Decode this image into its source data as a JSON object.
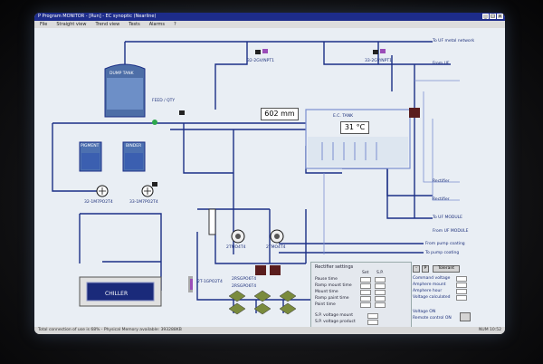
{
  "window": {
    "title": "P Program MONITOR - [Run] - EC synoptic (Nearline)",
    "menu": [
      "File",
      "Straight view",
      "Trend view",
      "Tests",
      "Alarms",
      "?"
    ]
  },
  "tanks": {
    "dump_tank": "DUMP TANK",
    "dump_tank_side_label": "FEED / QTY",
    "pigment": "PIGMENT",
    "binder": "BINDER",
    "ec_tank": "E.C. TANK"
  },
  "readings": {
    "level": "602 mm",
    "temperature": "31 °C"
  },
  "equipment": {
    "chiller": "CHILLER",
    "pump_pigment": "32-1M7PO2T4",
    "pump_binder": "33-1M7PO2T4",
    "motor_1": "2TMO4T4",
    "motor_2": "2TMO4T4",
    "valve_top_left": "32-2GV/NPT1",
    "valve_top_right": "33-2GV/NPT1",
    "valve_lower": "2T-1GPO2T4",
    "valve_pair_1": "2RSGPO6T4",
    "valve_pair_2": "2RSGPO6T4"
  },
  "connections": [
    "To UF metal network",
    "From UF",
    "Rectifier",
    "Rectifier",
    "To UF MODULE",
    "From UF MODULE",
    "From pump coating",
    "To pump coating"
  ],
  "rectifier_settings": {
    "title": "Rectifier settings",
    "col_headers": [
      "Set",
      "S.P."
    ],
    "rows": [
      "Pause time",
      "Ramp mount time",
      "Mount time",
      "Ramp paint time",
      "Paint time"
    ],
    "bottom_rows": [
      "S.P. voltage mount",
      "S.P. voltage product"
    ]
  },
  "tolerance": {
    "button_left": "-",
    "button_right": "P",
    "button_main": "Tolerant",
    "rows": [
      "Command voltage",
      "Amphere mount",
      "Amphere hour",
      "Voltage calculated"
    ],
    "check_1": "Voltage ON",
    "check_2": "Remote control ON"
  },
  "statusbar": {
    "left": "Total connection of use is 68% - Physical Memory available: 393288KB",
    "right": "NUM 10:52"
  }
}
